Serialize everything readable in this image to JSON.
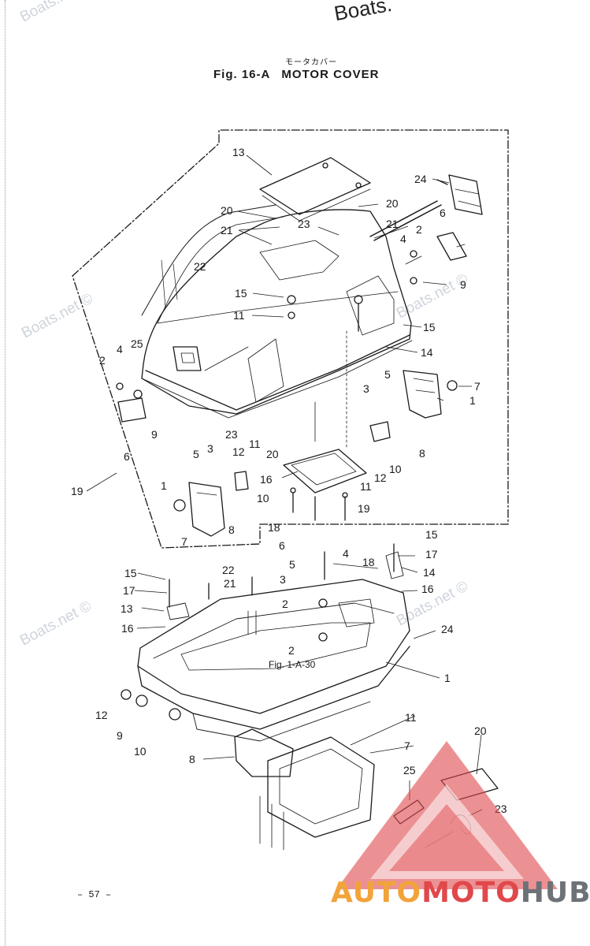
{
  "watermarks": {
    "top": "Boats.",
    "repeat": "Boats.net ©"
  },
  "header": {
    "title_jp": "モータカバー",
    "fig": "Fig. 16-A",
    "title": "MOTOR COVER"
  },
  "upper_callouts": [
    "13",
    "24",
    "20",
    "20",
    "6",
    "21",
    "23",
    "21",
    "22",
    "2",
    "4",
    "9",
    "15",
    "11",
    "15",
    "14",
    "4",
    "25",
    "2",
    "5",
    "7",
    "3",
    "1",
    "9",
    "23",
    "6",
    "5",
    "3",
    "11",
    "12",
    "20",
    "8",
    "16",
    "19",
    "1",
    "12",
    "10",
    "10",
    "11",
    "18",
    "19",
    "7",
    "8"
  ],
  "lower_callouts": [
    "15",
    "6",
    "4",
    "17",
    "5",
    "18",
    "22",
    "14",
    "15",
    "3",
    "21",
    "16",
    "17",
    "2",
    "13",
    "24",
    "16",
    "2",
    "1",
    "12",
    "9",
    "10",
    "11",
    "7",
    "8",
    "25",
    "20",
    "23"
  ],
  "reference": "Fig. 1-A-30",
  "footer": {
    "page": "– 57 –"
  },
  "brand": {
    "part1": "AUTO",
    "part2": "MOTO",
    "part3": "HUB"
  },
  "colors": {
    "line": "#1a1a1a",
    "watermark": "#cfd4dc",
    "logo_red": "#e0484b",
    "logo_orange": "#f2a33a",
    "logo_grey": "#6d7178"
  }
}
